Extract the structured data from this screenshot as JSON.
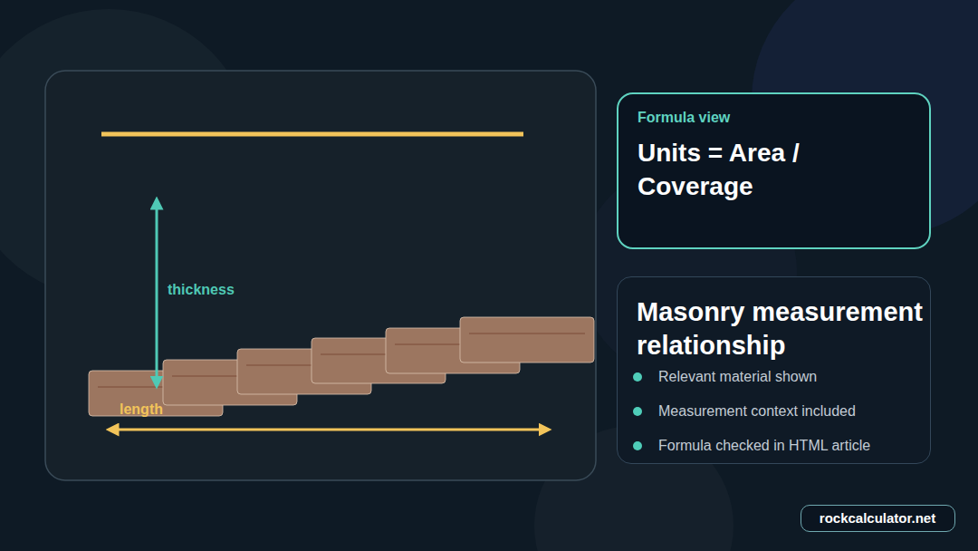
{
  "diagram": {
    "nodes": [
      {
        "text": [
          "Formula view",
          "Units = Area / Coverage"
        ]
      },
      {
        "text": [
          "Masonry measurement relationship",
          "Relevant material shown",
          "Measurement context included",
          "Formula checked in HTML article"
        ]
      },
      {
        "text": [
          "rockcalculator.net"
        ]
      }
    ],
    "labels": [
      "thickness",
      "length"
    ]
  }
}
